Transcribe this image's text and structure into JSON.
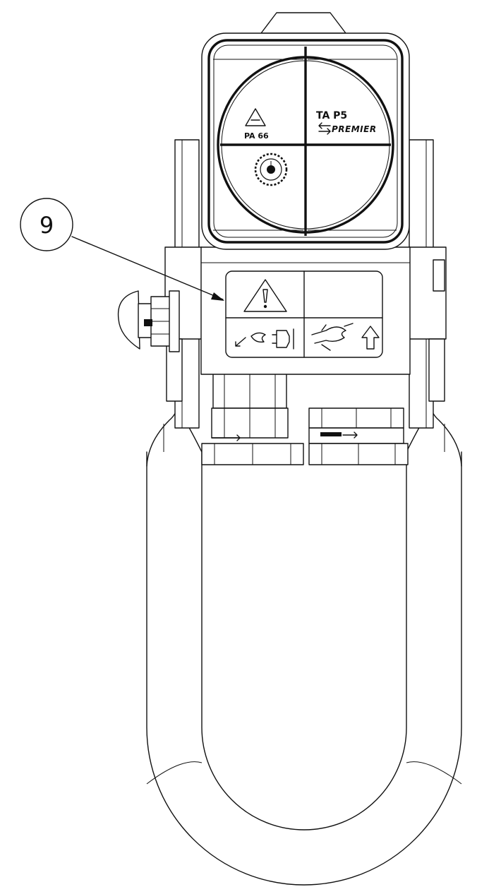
{
  "callout": {
    "number": "9"
  },
  "cap_markings": {
    "material": "PA 66",
    "model": "TA P5",
    "brand": "PREMIER"
  },
  "colors": {
    "line": "#111111",
    "background": "#ffffff"
  },
  "icons": [
    "recycle-icon",
    "date-wheel-icon",
    "warning-icon",
    "hand-release-icon",
    "arrow-up-icon",
    "flow-arrow-icon"
  ]
}
